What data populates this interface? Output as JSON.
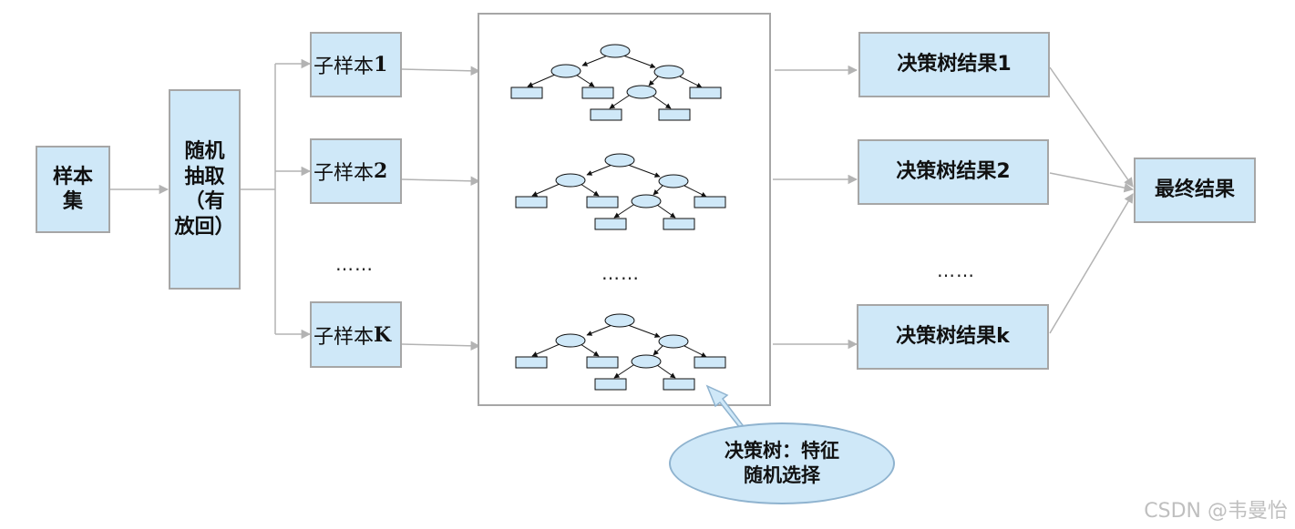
{
  "sample_set": [
    "样本",
    "集"
  ],
  "random_draw": [
    "随机",
    "抽取",
    "（有",
    "放回）"
  ],
  "subsamples": [
    {
      "prefix": "子样本",
      "num": "1"
    },
    {
      "prefix": "子样本",
      "num": "2"
    },
    {
      "prefix": "子样本",
      "num": "K"
    }
  ],
  "ellipsis": "……",
  "results": [
    "决策树结果1",
    "决策树结果2",
    "决策树结果k"
  ],
  "final_result": "最终结果",
  "note": [
    "决策树：特征",
    "随机选择"
  ],
  "watermark": "CSDN @韦曼怡",
  "colors": {
    "fill": "#cfe8f8",
    "border": "#a6a6a6",
    "arrow": "#b3b3b3"
  }
}
